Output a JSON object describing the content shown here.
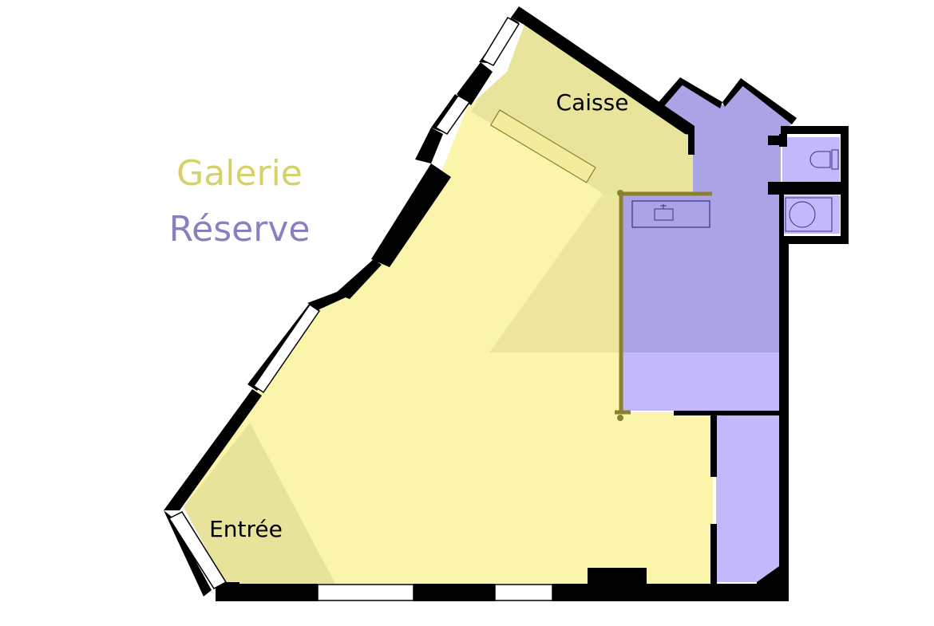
{
  "legend": {
    "galerie": "Galerie",
    "reserve": "Réserve"
  },
  "rooms": {
    "caisse": "Caisse",
    "entree": "Entrée"
  },
  "colors": {
    "galerie_fill": "#faf5aa",
    "galerie_shade": "#e8e39a",
    "galerie_text": "#d6d26a",
    "reserve_fill": "#c2b8fb",
    "reserve_shade": "#aaa4e6",
    "reserve_text": "#8a80c0",
    "wall": "#000000",
    "partition": "#8a8030",
    "fixture_stroke": "#3a3080"
  }
}
